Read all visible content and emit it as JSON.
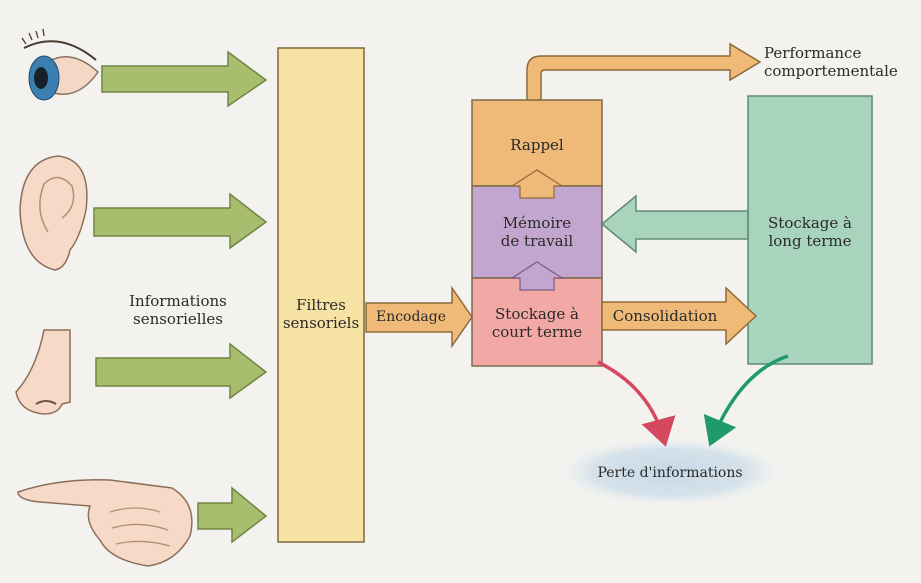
{
  "inputs": {
    "label_line1": "Informations",
    "label_line2": "sensorielles"
  },
  "filter": {
    "line1": "Filtres",
    "line2": "sensoriels"
  },
  "flows": {
    "encoding": "Encodage",
    "consolidation": "Consolidation"
  },
  "memory": {
    "recall": "Rappel",
    "working_line1": "Mémoire",
    "working_line2": "de travail",
    "short_term_line1": "Stockage à",
    "short_term_line2": "court terme",
    "long_term_line1": "Stockage à",
    "long_term_line2": "long terme"
  },
  "output": {
    "line1": "Performance",
    "line2": "comportementale"
  },
  "loss": {
    "label": "Perte d'informations"
  },
  "colors": {
    "sense_arrow": "#a8bd6e",
    "filter": "#f6e3a4",
    "recall": "#efb978",
    "working": "#c2a6cf",
    "short_term": "#f2a9a6",
    "long_term": "#a8d4bd",
    "orange_arrow": "#efb978",
    "loss_cloud": "#c4d7e6",
    "red_curve": "#d64860",
    "green_curve": "#1f9a6a"
  }
}
